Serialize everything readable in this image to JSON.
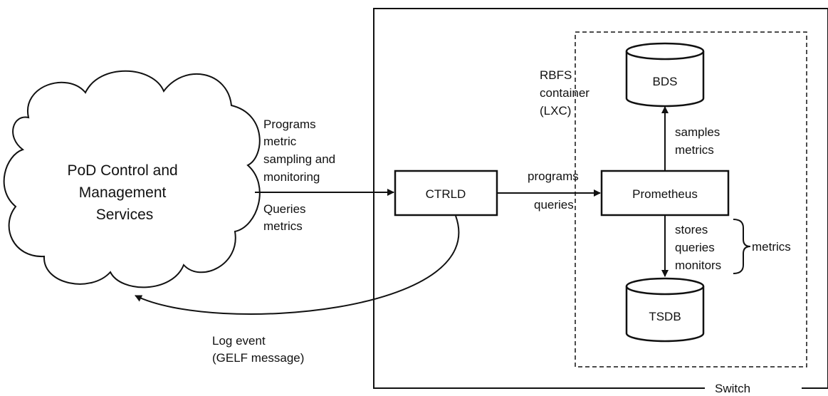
{
  "switch": {
    "label": "Switch"
  },
  "container": {
    "label": [
      "RBFS",
      "container",
      "(LXC)"
    ]
  },
  "pod_services": {
    "label": [
      "PoD Control and",
      "Management",
      "Services"
    ]
  },
  "nodes": {
    "ctrld": "CTRLD",
    "prometheus": "Prometheus",
    "bds": "BDS",
    "tsdb": "TSDB"
  },
  "edges": {
    "pod_to_ctrld_top": [
      "Programs",
      "metric",
      "sampling and",
      "monitoring"
    ],
    "pod_to_ctrld_bottom": [
      "Queries",
      "metrics"
    ],
    "ctrld_to_prometheus_top": "programs",
    "ctrld_to_prometheus_bottom": "queries",
    "prometheus_to_bds": [
      "samples",
      "metrics"
    ],
    "prometheus_to_tsdb": [
      "stores",
      "queries",
      "monitors"
    ],
    "tsdb_brace": "metrics",
    "ctrld_to_pod_log": [
      "Log event",
      "(GELF message)"
    ]
  }
}
